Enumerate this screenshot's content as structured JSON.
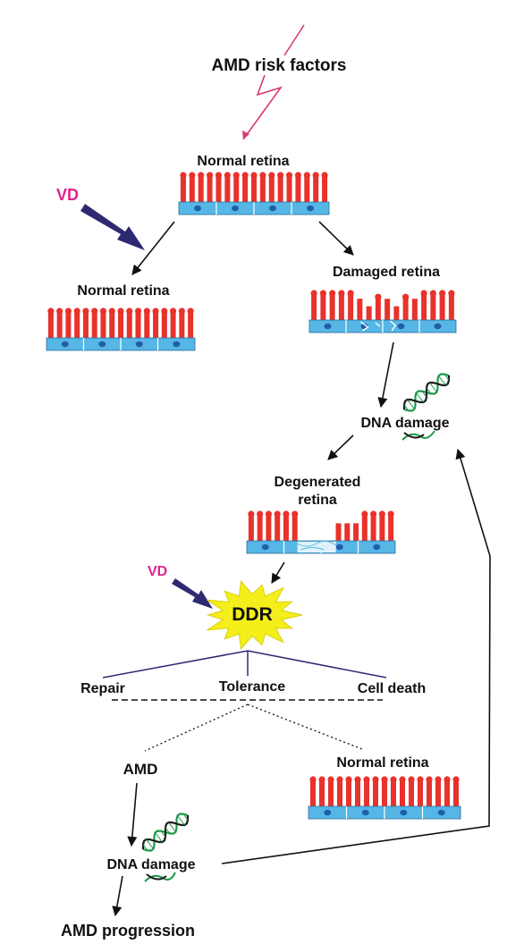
{
  "labels": {
    "risk_factors": "AMD risk factors",
    "normal_retina_top": "Normal retina",
    "vd_top": "VD",
    "normal_retina_left": "Normal retina",
    "damaged_retina": "Damaged retina",
    "dna_damage_mid": "DNA damage",
    "degenerated_line1": "Degenerated",
    "degenerated_line2": "retina",
    "vd_mid": "VD",
    "ddr": "DDR",
    "repair": "Repair",
    "tolerance": "Tolerance",
    "cell_death": "Cell death",
    "amd": "AMD",
    "normal_retina_right": "Normal retina",
    "dna_damage_bottom": "DNA damage",
    "amd_progression": "AMD progression"
  },
  "colors": {
    "photoreceptor": "#e8322b",
    "epithelium": "#56b6e6",
    "nucleus": "#1f5fa8",
    "vd_text": "#e0208c",
    "vd_arrow": "#2e2a72",
    "risk_bolt": "#d83a6e",
    "ddr_burst": "#f4ee1a",
    "branch_line": "#2e2a72"
  }
}
